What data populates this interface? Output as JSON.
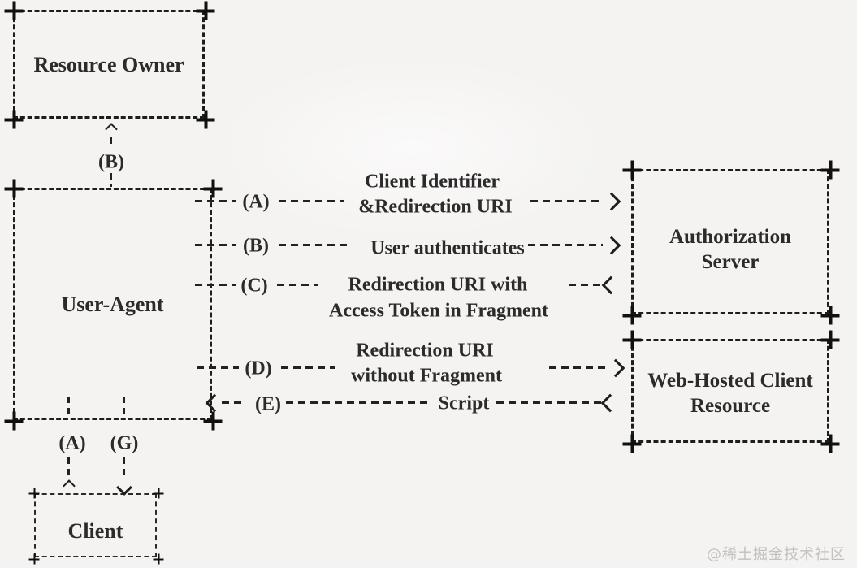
{
  "colors": {
    "background": "#f4f3f1",
    "ink": "#1d1d1d",
    "text": "#2b2b2b",
    "watermark_text": "#c3c1be"
  },
  "watermark": "@稀土掘金技术社区",
  "boxes": {
    "resource_owner": "Resource Owner",
    "user_agent": "User-Agent",
    "authorization_server_line1": "Authorization",
    "authorization_server_line2": "Server",
    "web_hosted_client_line1": "Web-Hosted Client",
    "web_hosted_client_line2": "Resource",
    "client": "Client"
  },
  "flows": {
    "top_b": {
      "label": "(B)"
    },
    "a": {
      "label": "(A)",
      "text_line1": "Client Identifier",
      "text_line2": "&Redirection URI"
    },
    "b": {
      "label": "(B)",
      "text": "User authenticates"
    },
    "c": {
      "label": "(C)",
      "text_line1": "Redirection URI with",
      "text_line2": "Access Token in Fragment"
    },
    "d": {
      "label": "(D)",
      "text_line1": "Redirection URI",
      "text_line2": "without Fragment"
    },
    "e": {
      "label": "(E)",
      "text": "Script"
    },
    "bottom_a": {
      "label": "(A)"
    },
    "bottom_g": {
      "label": "(G)"
    }
  },
  "icons": {
    "corner_mark": "plus",
    "arrowhead_right": "chevron-right",
    "arrowhead_left": "chevron-left",
    "arrowhead_up": "chevron-up",
    "arrowhead_down": "chevron-down"
  }
}
